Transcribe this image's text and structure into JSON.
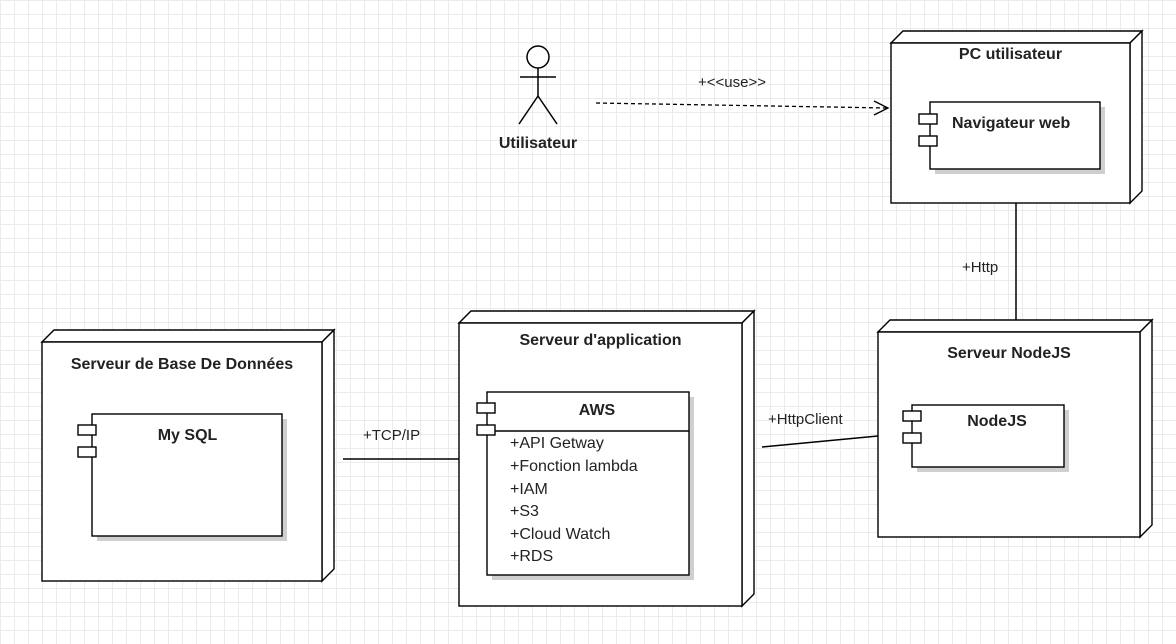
{
  "actor": {
    "label": "Utilisateur"
  },
  "nodes": {
    "pc": {
      "title": "PC utilisateur",
      "component": "Navigateur web"
    },
    "nodejs_server": {
      "title": "Serveur NodeJS",
      "component": "NodeJS"
    },
    "app_server": {
      "title": "Serveur d'application",
      "component": "AWS",
      "members": [
        "+API Getway",
        "+Fonction lambda",
        "+IAM",
        "+S3",
        "+Cloud Watch",
        "+RDS"
      ]
    },
    "db_server": {
      "title": "Serveur de Base De Données",
      "component": "My SQL"
    }
  },
  "edges": {
    "use": "+<<use>>",
    "http": "+Http",
    "httpclient": "+HttpClient",
    "tcpip": "+TCP/IP"
  }
}
